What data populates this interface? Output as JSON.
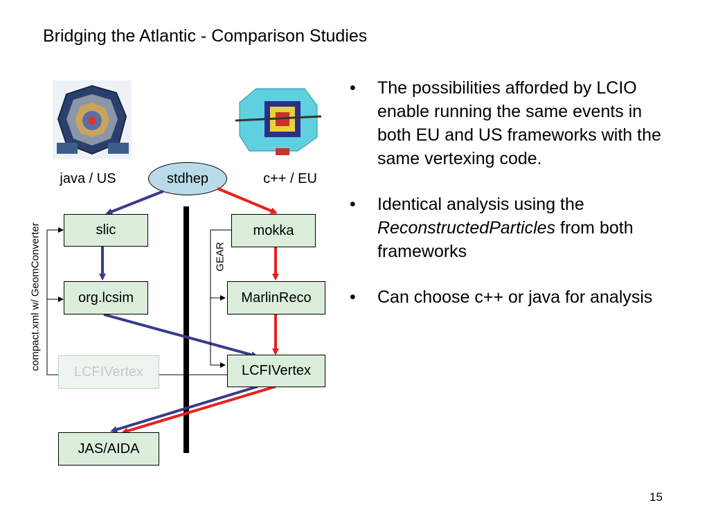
{
  "slide": {
    "title": "Bridging the Atlantic - Comparison Studies",
    "page_number": "15"
  },
  "diagram": {
    "labels": {
      "java_us": "java / US",
      "stdhep": "stdhep",
      "cpp_eu": "c++ / EU"
    },
    "nodes": {
      "slic": "slic",
      "org_lcsim": "org.lcsim",
      "lcfivertex_java": "LCFIVertex",
      "jas_aida": "JAS/AIDA",
      "mokka": "mokka",
      "marlinreco": "MarlinReco",
      "lcfivertex_cpp": "LCFIVertex"
    },
    "side_labels": {
      "compact_xml": "compact.xml w/ GeomConverter",
      "gear": "GEAR"
    },
    "colors": {
      "us_arrow": "#3a3a8c",
      "eu_arrow": "#e8201c",
      "node_fill": "#dbeedb",
      "stdhep_fill": "#b9dbe9"
    }
  },
  "bullets": [
    {
      "text": "The possibilities afforded by LCIO enable running the same events in both EU and US frameworks with the same vertexing code."
    },
    {
      "pre": "Identical analysis using the ",
      "italic": "ReconstructedParticles",
      "post": " from both frameworks"
    },
    {
      "text": "Can choose c++ or java for analysis"
    }
  ]
}
